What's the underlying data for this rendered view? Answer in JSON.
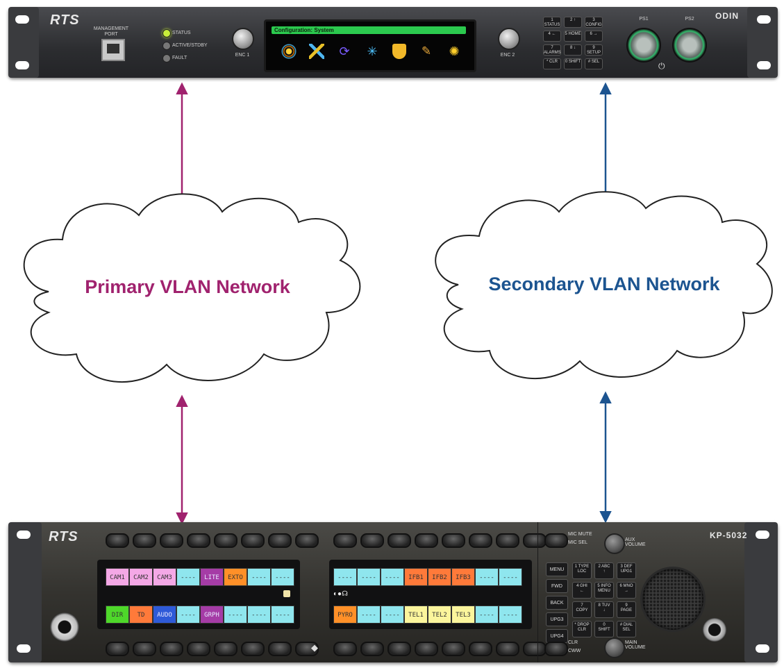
{
  "colors": {
    "primary": "#a0226e",
    "secondary": "#1c5490"
  },
  "odin": {
    "brand": "RTS",
    "model": "ODIN",
    "management_port": "MANAGEMENT PORT",
    "leds": [
      "STATUS",
      "ACTIVE/STDBY",
      "FAULT"
    ],
    "enc1": "ENC 1",
    "enc2": "ENC 2",
    "screen_title": "Configuration: System",
    "screen_icons": [
      "target-icon",
      "tools-icon",
      "arrow-circle-icon",
      "network-icon",
      "shield-icon",
      "person-wrench-icon",
      "sun-gear-icon"
    ],
    "keypad": [
      {
        "num": "1",
        "label": "STATUS"
      },
      {
        "num": "2",
        "label": "↑"
      },
      {
        "num": "3",
        "label": "CONFIG"
      },
      {
        "num": "4",
        "label": "←"
      },
      {
        "num": "5",
        "label": "HOME"
      },
      {
        "num": "6",
        "label": "→"
      },
      {
        "num": "7",
        "label": "ALARMS"
      },
      {
        "num": "8",
        "label": "↓"
      },
      {
        "num": "9",
        "label": "SETUP"
      },
      {
        "num": "*",
        "label": "CLR"
      },
      {
        "num": "0",
        "label": "SHIFT"
      },
      {
        "num": "#",
        "label": "SEL"
      }
    ],
    "ps1": "PS1",
    "ps2": "PS2"
  },
  "networks": {
    "primary": "Primary VLAN Network",
    "secondary": "Secondary VLAN Network"
  },
  "kp": {
    "brand": "RTS",
    "model": "KP-5032",
    "left_top": [
      {
        "label": "CAM1",
        "color": "#f4a8e6"
      },
      {
        "label": "CAM2",
        "color": "#f4a8e6"
      },
      {
        "label": "CAM3",
        "color": "#f4a8e6"
      },
      {
        "label": "----",
        "color": "#8fe6ee"
      },
      {
        "label": "LITE",
        "color": "#a53ca6"
      },
      {
        "label": "EXTO",
        "color": "#ff9028"
      },
      {
        "label": "----",
        "color": "#8fe6ee"
      },
      {
        "label": "----",
        "color": "#8fe6ee"
      }
    ],
    "left_bottom": [
      {
        "label": "DIR",
        "color": "#4ed82a"
      },
      {
        "label": "TD",
        "color": "#ff7a3a"
      },
      {
        "label": "AUDO",
        "color": "#2e5ad8"
      },
      {
        "label": "----",
        "color": "#8fe6ee"
      },
      {
        "label": "GRPH",
        "color": "#a53ca6"
      },
      {
        "label": "----",
        "color": "#8fe6ee"
      },
      {
        "label": "----",
        "color": "#8fe6ee"
      },
      {
        "label": "----",
        "color": "#8fe6ee"
      }
    ],
    "right_top": [
      {
        "label": "----",
        "color": "#8fe6ee"
      },
      {
        "label": "----",
        "color": "#8fe6ee"
      },
      {
        "label": "----",
        "color": "#8fe6ee"
      },
      {
        "label": "IFB1",
        "color": "#ff7a3a"
      },
      {
        "label": "IFB2",
        "color": "#ff7a3a"
      },
      {
        "label": "IFB3",
        "color": "#ff7a3a"
      },
      {
        "label": "----",
        "color": "#8fe6ee"
      },
      {
        "label": "----",
        "color": "#8fe6ee"
      }
    ],
    "right_bottom": [
      {
        "label": "PYRO",
        "color": "#ff9028"
      },
      {
        "label": "----",
        "color": "#8fe6ee"
      },
      {
        "label": "----",
        "color": "#8fe6ee"
      },
      {
        "label": "TEL1",
        "color": "#fbf59c"
      },
      {
        "label": "TEL2",
        "color": "#fbf59c"
      },
      {
        "label": "TEL3",
        "color": "#fbf59c"
      },
      {
        "label": "----",
        "color": "#8fe6ee"
      },
      {
        "label": "----",
        "color": "#8fe6ee"
      }
    ],
    "mic_mute": "MIC MUTE",
    "mic_sel": "MIC SEL",
    "aux_volume": "AUX VOLUME",
    "main_volume": "MAIN VOLUME",
    "clr": "CLR",
    "cww": "CWW",
    "fkeys": [
      "MENU",
      "FWD",
      "BACK",
      "UPG3",
      "UPG4"
    ],
    "numkeys": [
      {
        "num": "1 TYPE",
        "label": "LOC"
      },
      {
        "num": "2 ABC",
        "label": "↑"
      },
      {
        "num": "3 DEF",
        "label": "UPG1"
      },
      {
        "num": "4 GHI",
        "label": "←"
      },
      {
        "num": "5 INFO",
        "label": "MENU"
      },
      {
        "num": "6 MNO",
        "label": "→"
      },
      {
        "num": "7",
        "label": "COPY"
      },
      {
        "num": "8 TUV",
        "label": "↓"
      },
      {
        "num": "9",
        "label": "PAGE"
      },
      {
        "num": "* DROP",
        "label": "CLR"
      },
      {
        "num": "0",
        "label": "SHIFT"
      },
      {
        "num": "# DIAL",
        "label": "SEL"
      }
    ]
  }
}
